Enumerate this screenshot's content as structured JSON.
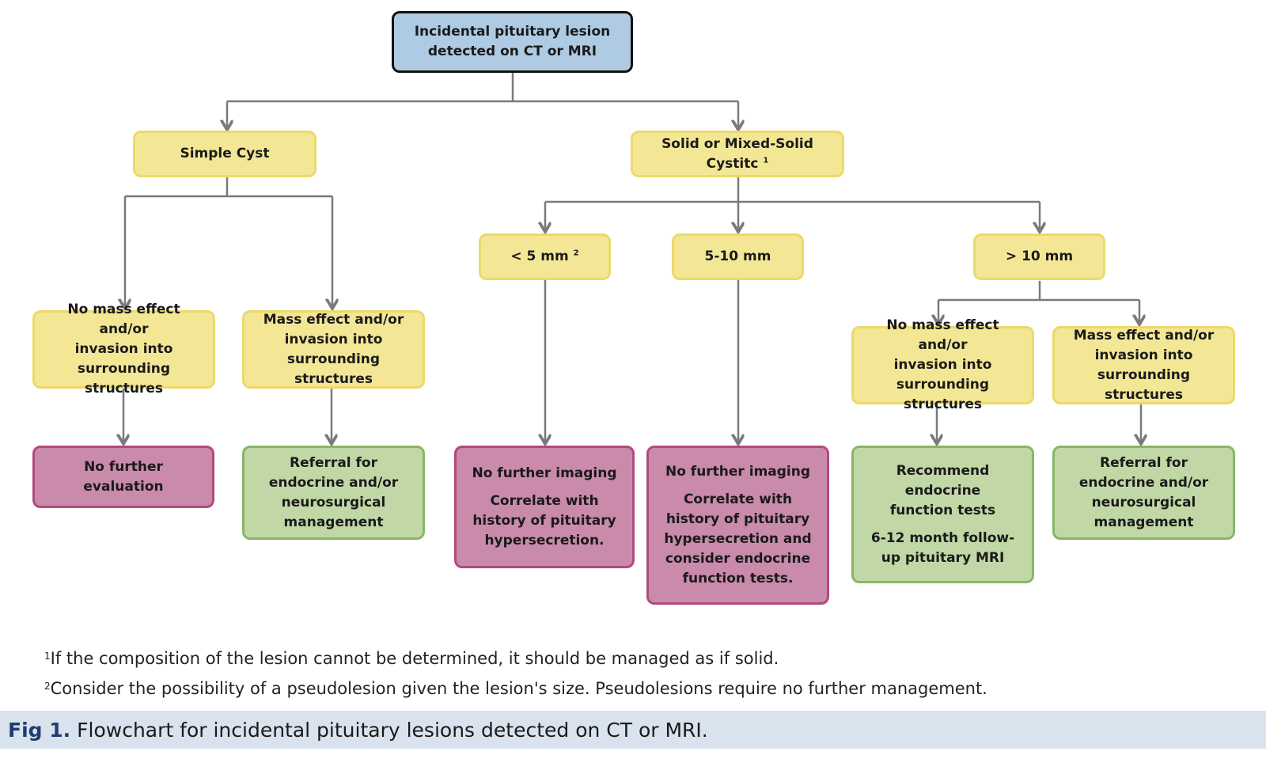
{
  "nodes": {
    "root": [
      "Incidental pituitary lesion",
      "detected on CT or MRI"
    ],
    "simple_cyst": "Simple Cyst",
    "solid": {
      "text": "Solid or Mixed-Solid Cystitc",
      "note": "1"
    },
    "lt5": {
      "text": "< 5 mm",
      "note": "2"
    },
    "mm5_10": "5-10 mm",
    "gt10": "> 10 mm",
    "cyst_no_mass": [
      "No mass effect and/or",
      "invasion into",
      "surrounding structures"
    ],
    "cyst_mass": [
      "Mass effect and/or",
      "invasion into",
      "surrounding structures"
    ],
    "gt10_no_mass": [
      "No mass effect and/or",
      "invasion into",
      "surrounding structures"
    ],
    "gt10_mass": [
      "Mass effect and/or",
      "invasion into",
      "surrounding structures"
    ],
    "no_further_eval": [
      "No further",
      "evaluation"
    ],
    "cyst_referral": [
      "Referral for",
      "endocrine and/or",
      "neurosurgical",
      "management"
    ],
    "lt5_outcome": {
      "heading": "No further imaging",
      "body": [
        "Correlate with",
        "history of pituitary",
        "hypersecretion."
      ]
    },
    "mm5_10_outcome": {
      "heading": "No further imaging",
      "body": [
        "Correlate with",
        "history of pituitary",
        "hypersecretion and",
        "consider endocrine",
        "function tests."
      ]
    },
    "gt10_recommend": {
      "heading": [
        "Recommend",
        "endocrine",
        "function tests"
      ],
      "body": [
        "6-12 month follow-",
        "up pituitary MRI"
      ]
    },
    "gt10_referral": [
      "Referral for",
      "endocrine and/or",
      "neurosurgical",
      "management"
    ]
  },
  "footnotes": [
    {
      "mark": "1",
      "text": "If the composition of the lesion cannot be determined, it should be managed as if solid."
    },
    {
      "mark": "2",
      "text": "Consider the possibility of a pseudolesion given the lesion's size. Pseudolesions require no further management."
    }
  ],
  "caption": {
    "label": "Fig 1.",
    "text": "Flowchart for incidental pituitary lesions detected on CT or MRI."
  },
  "colors": {
    "root_fill": "#aecbe3",
    "decision_fill": "#f3e796",
    "no_action_fill": "#c98aac",
    "action_fill": "#c1d8a6",
    "connector": "#7a7a7a",
    "caption_bar": "#d9e3ee"
  }
}
